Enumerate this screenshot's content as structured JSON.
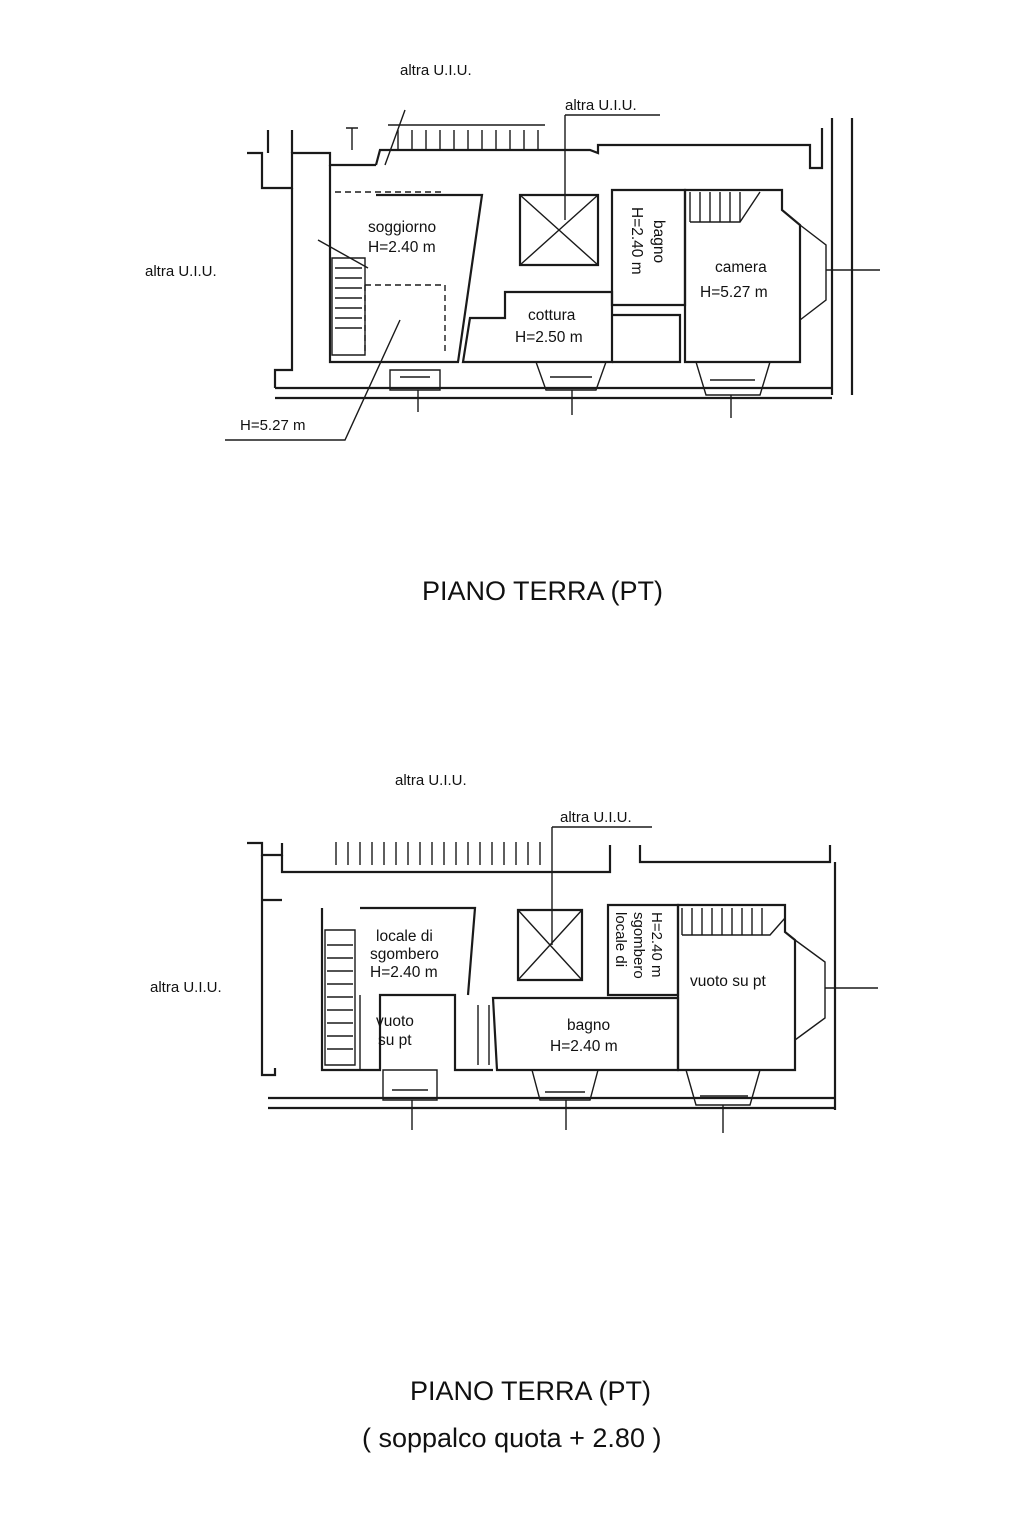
{
  "plan_pt": {
    "other_unit_top": "altra U.I.U.",
    "other_unit_center": "altra U.I.U.",
    "other_unit_left": "altra U.I.U.",
    "rooms": {
      "soggiorno": {
        "name": "soggiorno",
        "height": "H=2.40 m"
      },
      "cottura": {
        "name": "cottura",
        "height": "H=2.50 m"
      },
      "bagno": {
        "name": "bagno",
        "height": "H=2.40 m"
      },
      "camera": {
        "name": "camera",
        "height": "H=5.27 m"
      }
    },
    "height_callout": "H=5.27 m",
    "title": "PIANO TERRA (PT)"
  },
  "plan_mezzanine": {
    "other_unit_top": "altra U.I.U.",
    "other_unit_center": "altra U.I.U.",
    "other_unit_left": "altra U.I.U.",
    "rooms": {
      "storage_left": {
        "line1": "locale di",
        "line2": "sgombero",
        "height": "H=2.40 m"
      },
      "void_left": {
        "line1": "vuoto",
        "line2": "su pt"
      },
      "storage_right": {
        "line1": "locale di",
        "line2": "sgombero",
        "height": "H=2.40 m"
      },
      "bagno": {
        "name": "bagno",
        "height": "H=2.40 m"
      },
      "void_right": {
        "name": "vuoto su pt"
      }
    },
    "title": "PIANO TERRA (PT)",
    "subtitle": "( soppalco quota + 2.80 )"
  }
}
